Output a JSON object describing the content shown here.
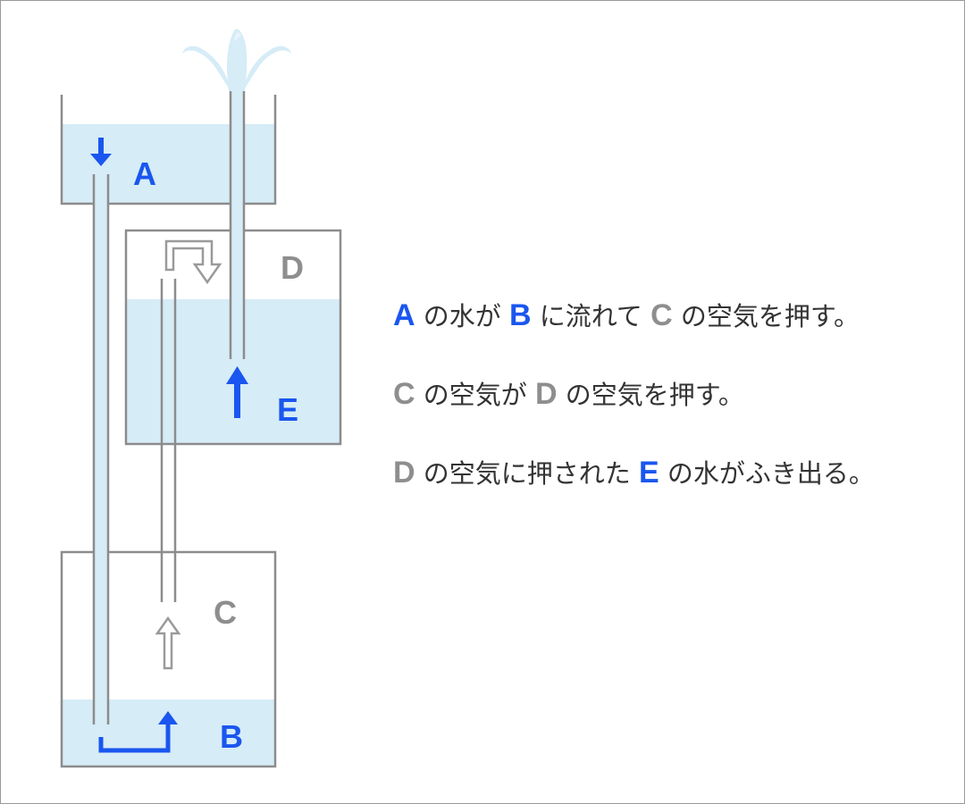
{
  "colors": {
    "water": "#d6ecf7",
    "container_stroke": "#8c8c8c",
    "pipe_stroke": "#8c8c8c",
    "water_arrow": "#1a56ef",
    "air_arrow": "#9a9a9a",
    "blue_label": "#1a56ef",
    "grey_label": "#8e8e8e",
    "text": "#333333"
  },
  "labels": {
    "a": "A",
    "b": "B",
    "c": "C",
    "d": "D",
    "e": "E"
  },
  "steps": [
    {
      "k1": "A",
      "t1": " の水が ",
      "k2": "B",
      "t2": " に流れて ",
      "k3": "C",
      "t3": " の空気を押す。"
    },
    {
      "k1": "C",
      "t1": " の空気が ",
      "k2": "D",
      "t2": " の空気を押す。"
    },
    {
      "k1": "D",
      "t1": " の空気に押された ",
      "k2": "E",
      "t2": " の水がふき出る。"
    }
  ],
  "icons": {
    "fountain": "fountain-spray-icon",
    "down_arrow": "down-arrow-icon",
    "up_arrow": "up-arrow-icon",
    "hollow_arrow": "hollow-arrow-icon"
  }
}
